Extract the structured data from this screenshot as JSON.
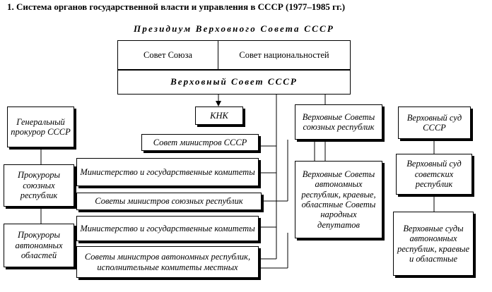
{
  "title": "1. Система органов государственной власти и управления в СССР (1977–1985 гг.)",
  "presidium": "Президиум Верховного Совета СССР",
  "soviet_union": "Совет Союза",
  "soviet_nationalities": "Совет национальностей",
  "supreme_soviet": "Верховный Совет СССР",
  "knk": "КНК",
  "general_prosecutor": "Генеральный прокурор СССР",
  "prosecutors_republics": "Прокуроры союзных республик",
  "prosecutors_autonomous": "Прокуроры автономных областей",
  "council_ministers": "Совет министров СССР",
  "ministries_1": "Министерство и государственные комитеты",
  "councils_republics": "Советы министров союзных республик",
  "ministries_2": "Министерство и государственные комитеты",
  "councils_autonomous": "Советы министров автономных республик, исполнительные комитеты местных",
  "supreme_soviets_republics": "Верховные Советы союзных республик",
  "supreme_soviets_autonomous": "Верховные Советы автономных республик, краевые, областные Советы народных депутатов",
  "supreme_court": "Верховный суд СССР",
  "supreme_court_republics": "Верховный суд советских республик",
  "supreme_courts_autonomous": "Верховные суды автономных республик, краевые и областные"
}
